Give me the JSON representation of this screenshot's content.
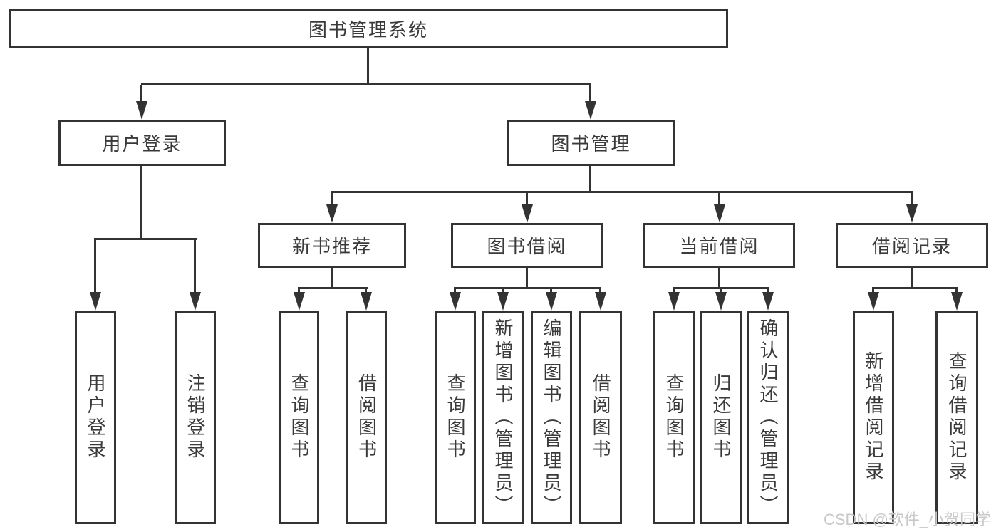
{
  "tree": {
    "label": "图书管理系统",
    "children": [
      {
        "label": "用户登录",
        "children": [
          {
            "label": "用户登录"
          },
          {
            "label": "注销登录"
          }
        ]
      },
      {
        "label": "图书管理",
        "children": [
          {
            "label": "新书推荐",
            "children": [
              {
                "label": "查询图书"
              },
              {
                "label": "借阅图书"
              }
            ]
          },
          {
            "label": "图书借阅",
            "children": [
              {
                "label": "查询图书"
              },
              {
                "label": "新增图书（管理员）"
              },
              {
                "label": "编辑图书（管理员）"
              },
              {
                "label": "借阅图书"
              }
            ]
          },
          {
            "label": "当前借阅",
            "children": [
              {
                "label": "查询图书"
              },
              {
                "label": "归还图书"
              },
              {
                "label": "确认归还（管理员）"
              }
            ]
          },
          {
            "label": "借阅记录",
            "children": [
              {
                "label": "新增借阅记录"
              },
              {
                "label": "查询借阅记录"
              }
            ]
          }
        ]
      }
    ]
  },
  "watermark": {
    "text": "CSDN @软件_小贺同学",
    "color": "#c8c8c8"
  },
  "colors": {
    "line": "#333333",
    "text": "#3a3a3a",
    "background": "#ffffff"
  }
}
